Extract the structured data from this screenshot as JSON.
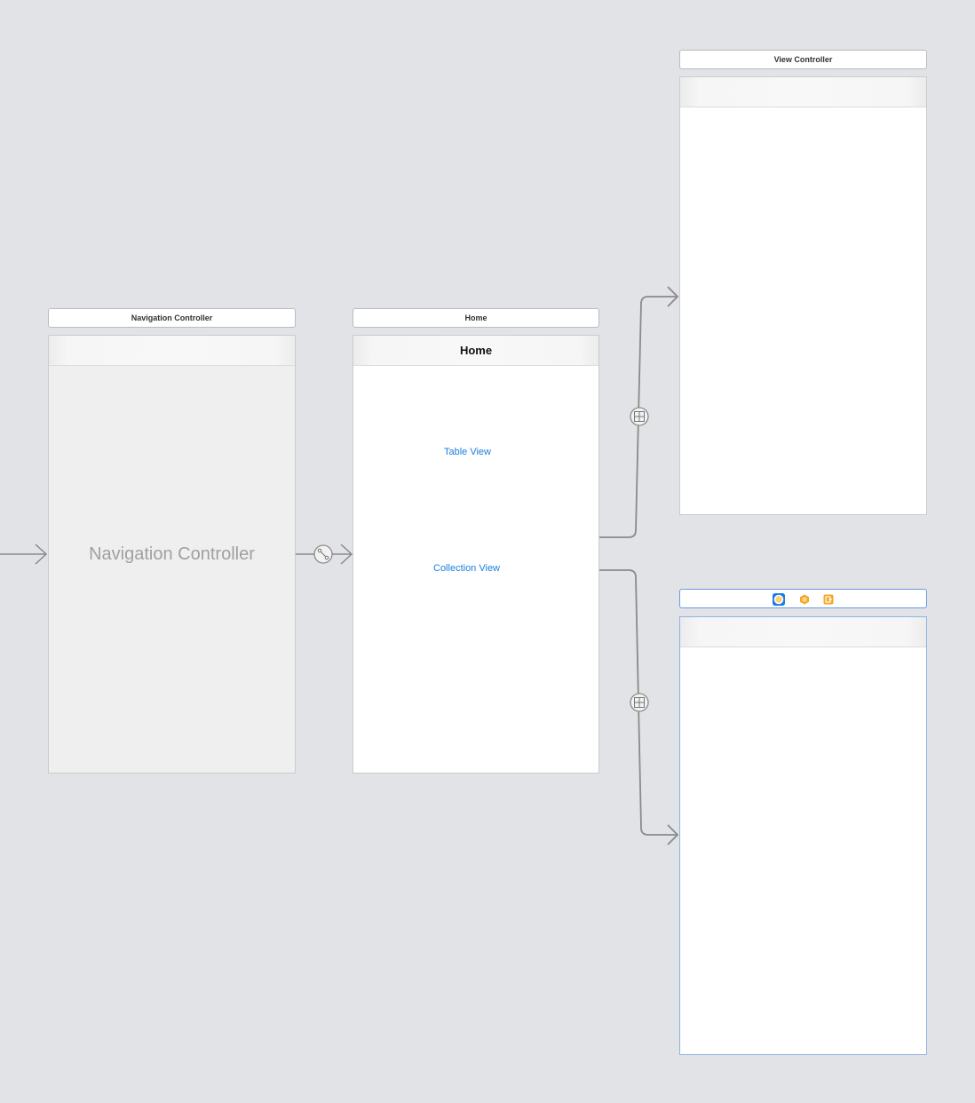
{
  "scenes": {
    "navigation": {
      "title": "Navigation Controller",
      "placeholder": "Navigation Controller"
    },
    "home": {
      "title": "Home",
      "nav_title": "Home",
      "buttons": {
        "table_view": "Table View",
        "collection_view": "Collection View"
      }
    },
    "view_controller": {
      "title": "View Controller"
    },
    "selected_scene": {
      "dock_icons": [
        "view-controller-icon",
        "first-responder-icon",
        "exit-icon"
      ]
    }
  },
  "colors": {
    "canvas": "#e1e3e6",
    "link": "#1a7fe0",
    "segue": "#8a8a8a",
    "selection": "#1f7ae8",
    "dock_orange": "#f5a623"
  }
}
